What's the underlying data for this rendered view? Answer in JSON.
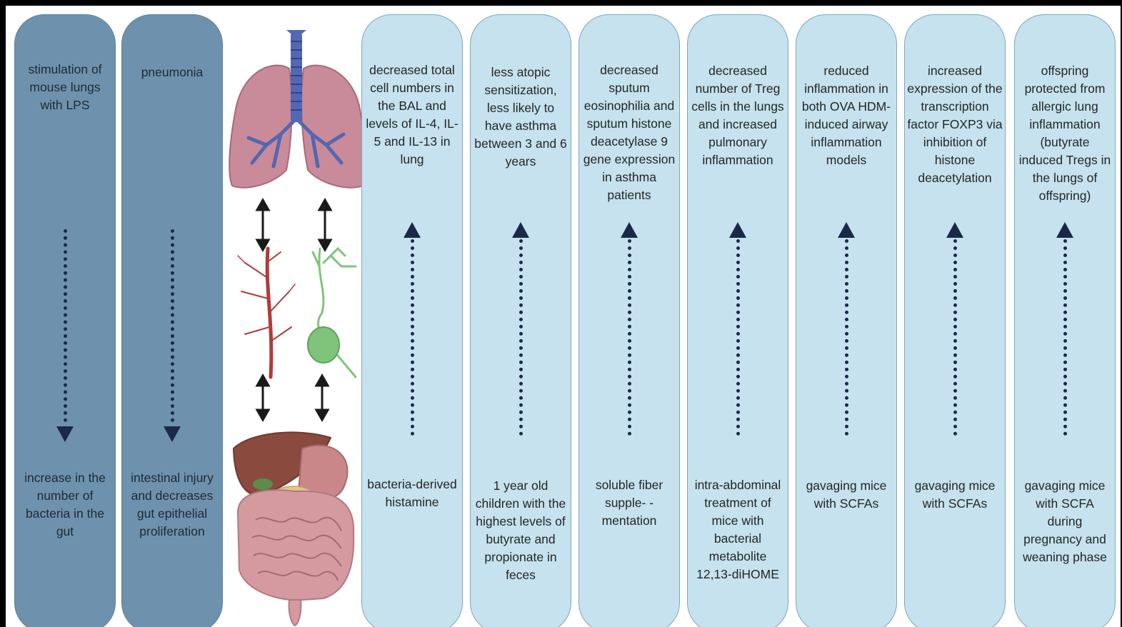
{
  "columns": [
    {
      "top": "stimulation of mouse lungs with  LPS",
      "bottom": "increase in the number of bacteria in the gut"
    },
    {
      "top": "pneumonia",
      "bottom": "intestinal injury and decreases gut epithelial proliferation"
    },
    {
      "top": "decreased total cell numbers in the BAL and levels of IL-4, IL-5 and IL-13 in lung",
      "bottom": "bacteria-derived histamine"
    },
    {
      "top": "less atopic sensitization, less likely to have asthma between 3 and 6 years",
      "bottom": "1 year old children with the highest levels of butyrate and propionate in feces"
    },
    {
      "top": "decreased sputum eosinophilia and sputum histone deacetylase 9 gene expression in asthma patients",
      "bottom": "soluble fiber supple- -mentation"
    },
    {
      "top": "decreased number of Treg cells in the lungs and increased pulmonary inflammation",
      "bottom": "intra-abdominal treatment of mice with bacterial metabolite 12,13-diHOME"
    },
    {
      "top": "reduced inflammation in both OVA HDM- induced airway inflammation models",
      "bottom": "gavaging mice with SCFAs"
    },
    {
      "top": "increased expression of the transcription factor FOXP3 via inhibition of histone deacetylation",
      "bottom": "gavaging mice with SCFAs"
    },
    {
      "top": "offspring protected from allergic lung inflammation (butyrate induced Tregs in the lungs of offspring)",
      "bottom": "gavaging mice with SCFA during pregnancy and weaning phase"
    }
  ],
  "icons": [
    "lungs-icon",
    "blood-vessel-icon",
    "neuron-icon",
    "liver-icon",
    "intestine-icon"
  ],
  "colors": {
    "dark_column": "#6e92ad",
    "light_column": "#c5e2ee",
    "arrow": "#1c2848"
  }
}
